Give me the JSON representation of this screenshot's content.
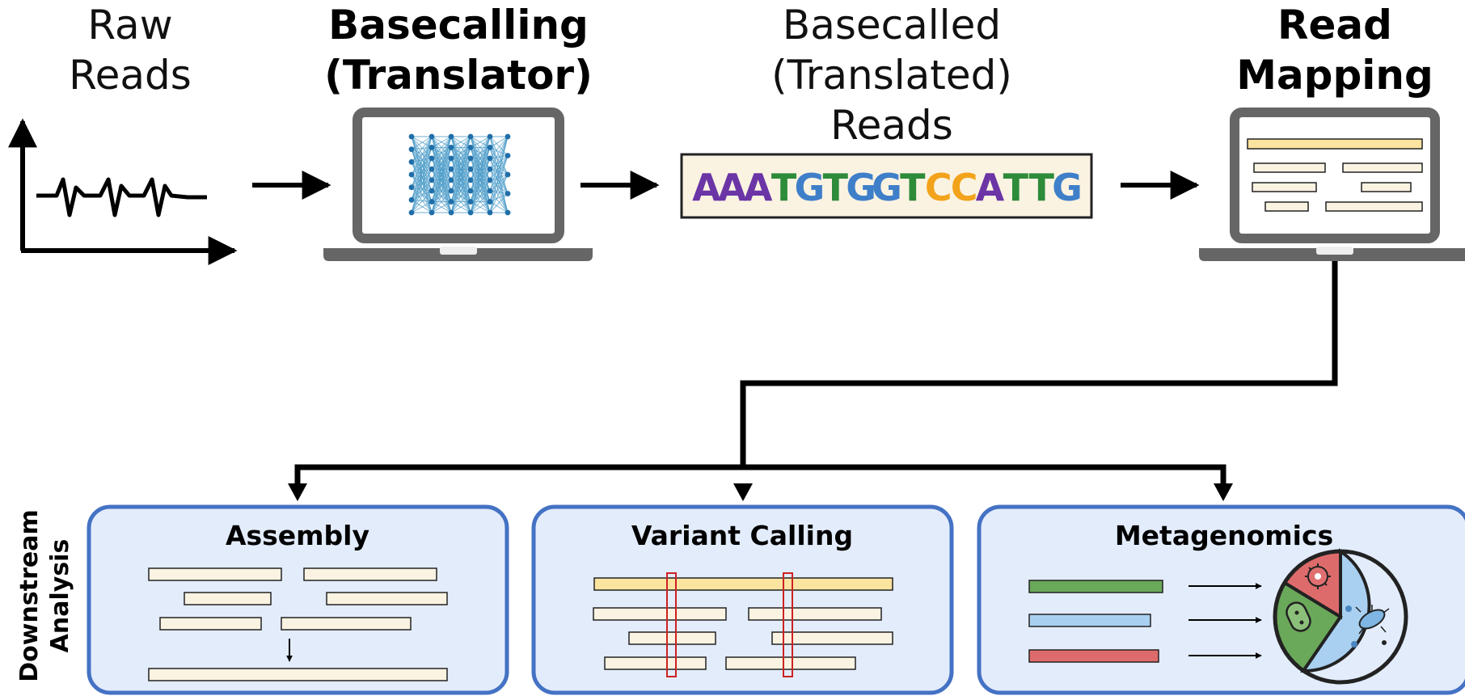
{
  "stages": {
    "raw_line1": "Raw",
    "raw_line2": "Reads",
    "basecalling_line1": "Basecalling",
    "basecalling_line2": "(Translator)",
    "basecalled_line1": "Basecalled",
    "basecalled_line2": "(Translated)",
    "basecalled_line3": "Reads",
    "mapping_line1": "Read",
    "mapping_line2": "Mapping"
  },
  "sequence": {
    "letters": [
      "A",
      "A",
      "A",
      "T",
      "G",
      "T",
      "G",
      "G",
      "T",
      "C",
      "C",
      "A",
      "T",
      "T",
      "G"
    ],
    "colors": {
      "A": "#6b35a6",
      "T": "#2e8b3a",
      "G": "#3f7fc9",
      "C": "#f2a31b"
    }
  },
  "downstream": {
    "label_line1": "Downstream",
    "label_line2": "Analysis",
    "panels": [
      "Assembly",
      "Variant Calling",
      "Metagenomics"
    ]
  },
  "colors": {
    "laptop": "#666666",
    "panel_fill": "#e3ecfb",
    "panel_stroke": "#4472c4",
    "read_fill": "#fbf3e2",
    "reference_fill": "#fbe3a0",
    "variant_box": "#cc2222",
    "nn_color": "#4a9bc8",
    "meta_green": "#6aa85a",
    "meta_blue": "#a9d0f0",
    "meta_red": "#de6b6b"
  }
}
